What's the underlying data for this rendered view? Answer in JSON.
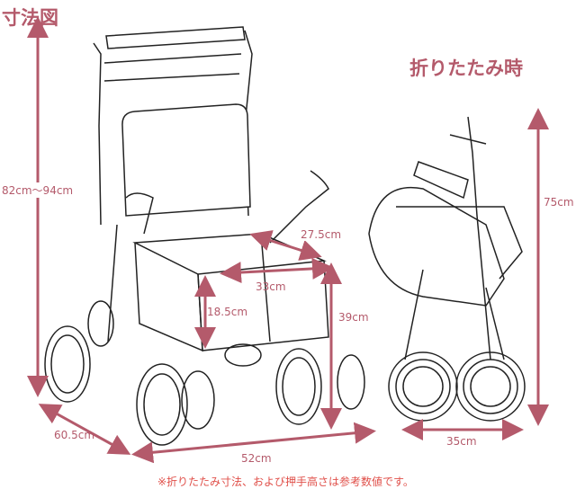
{
  "title": "寸法図",
  "folded_title": "折りたたみ時",
  "dimensions": {
    "handle_height": "82cm〜94cm",
    "depth": "60.5cm",
    "width": "52cm",
    "seat_depth": "27.5cm",
    "seat_width": "33cm",
    "seat_box_height": "18.5cm",
    "seat_height": "39cm",
    "folded_height": "75cm",
    "folded_width": "35cm"
  },
  "footnote": "※折りたたみ寸法、および押手高さは参考数値です。",
  "colors": {
    "dimension": "#b45a6b",
    "footnote": "#e0504a",
    "drawing": "#222222"
  }
}
